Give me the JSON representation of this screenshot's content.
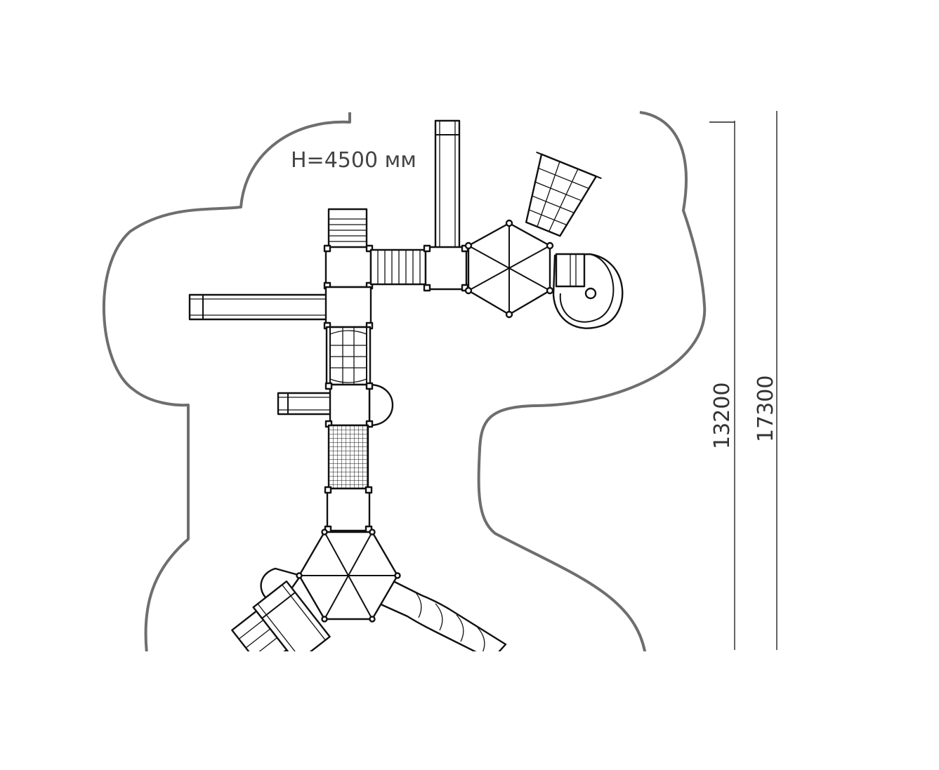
{
  "drawing": {
    "height_label": "H=4500 мм",
    "dimensions": {
      "inner": "13200",
      "outer": "17300"
    }
  }
}
